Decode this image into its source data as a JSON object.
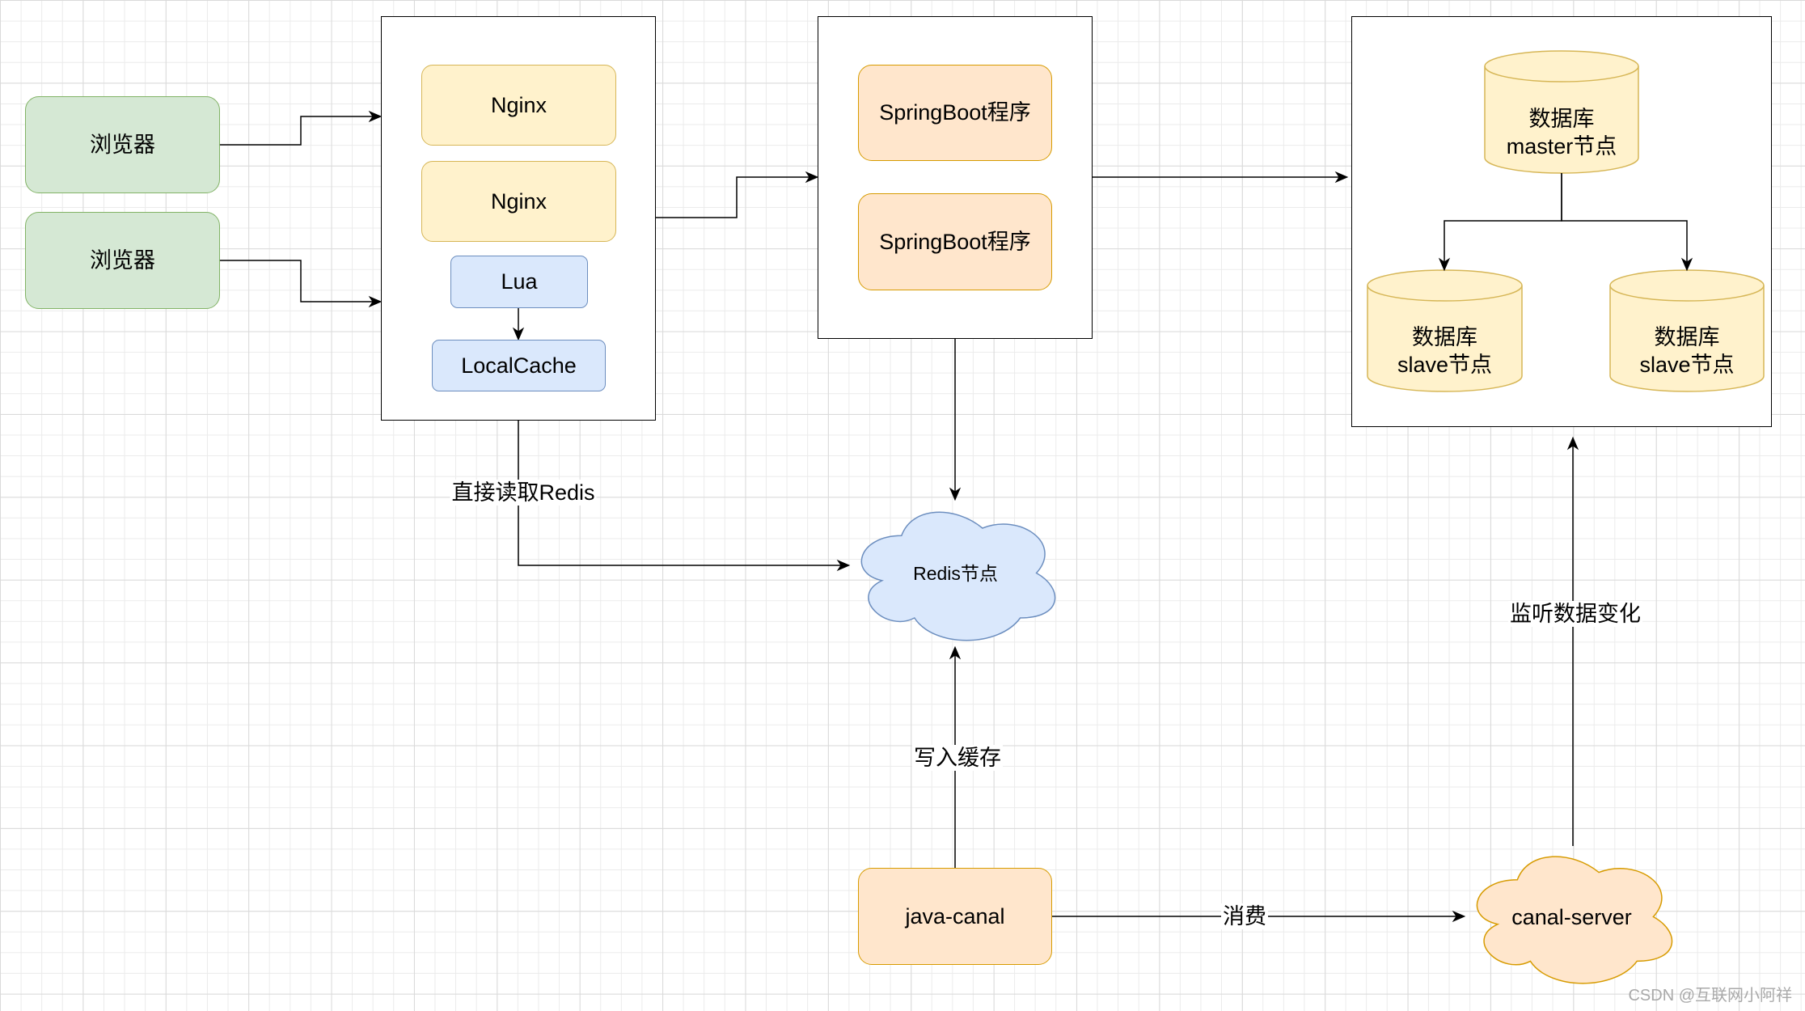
{
  "colors": {
    "canvas_bg": "#ffffff",
    "grid_line": "#ebebeb",
    "grid_major": "#dadada",
    "edge": "#000000",
    "label_bg": "#ffffff",
    "container_fill": "#ffffff",
    "container_stroke": "#000000",
    "browser_fill": "#d5e8d4",
    "browser_stroke": "#82b366",
    "nginx_fill": "#fff2cc",
    "nginx_stroke": "#d6b656",
    "cache_fill": "#dae8fc",
    "cache_stroke": "#6c8ebf",
    "app_fill": "#ffe6cc",
    "app_stroke": "#d79b00",
    "db_fill": "#fff2cc",
    "db_stroke": "#d6b656",
    "redis_fill": "#dae8fc",
    "redis_stroke": "#6c8ebf",
    "canal_fill": "#ffe6cc",
    "canal_stroke": "#d79b00",
    "watermark": "#a9a9a9"
  },
  "clients": {
    "browsers": [
      "浏览器",
      "浏览器"
    ]
  },
  "gateway": {
    "nginx": [
      "Nginx",
      "Nginx"
    ],
    "lua": "Lua",
    "local_cache": "LocalCache"
  },
  "service": {
    "apps": [
      "SpringBoot程序",
      "SpringBoot程序"
    ]
  },
  "database": {
    "master": [
      "数据库",
      "master节点"
    ],
    "slaves": [
      [
        "数据库",
        "slave节点"
      ],
      [
        "数据库",
        "slave节点"
      ]
    ]
  },
  "cache": {
    "redis": "Redis节点"
  },
  "sync": {
    "java_canal": "java-canal",
    "canal_server": "canal-server"
  },
  "edge_labels": {
    "read_redis": "直接读取Redis",
    "write_cache": "写入缓存",
    "consume": "消费",
    "listen_changes": "监听数据变化"
  },
  "watermark": "CSDN @互联网小阿祥"
}
